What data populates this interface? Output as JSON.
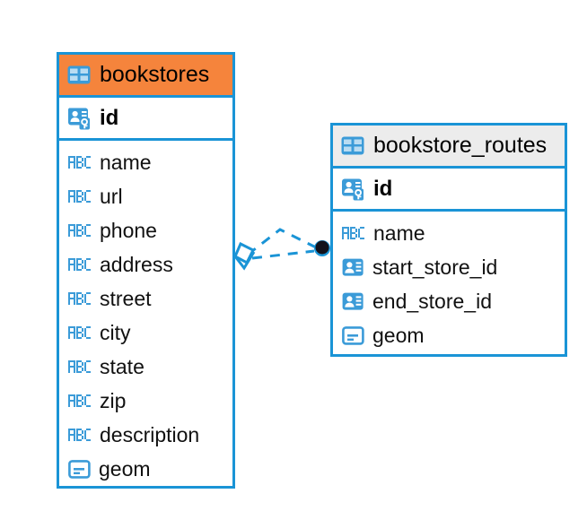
{
  "diagram": {
    "type": "entity-relationship-diagram",
    "background": "#ffffff",
    "colors": {
      "border_blue": "#1a94d6",
      "icon_blue": "#3b9bd8",
      "header_accent_orange": "#f5843c",
      "header_plain_gray": "#ececec",
      "text": "#000000",
      "connector_line": "#1a94d6",
      "connector_endpoint": "#0d0d15"
    }
  },
  "entities": [
    {
      "name": "bookstores",
      "header_icon": "table-grid-icon",
      "header_style": "accent",
      "primary_key": {
        "name": "id",
        "icon": "primary-key-icon"
      },
      "columns": [
        {
          "name": "name",
          "icon": "text-abc-icon"
        },
        {
          "name": "url",
          "icon": "text-abc-icon"
        },
        {
          "name": "phone",
          "icon": "text-abc-icon"
        },
        {
          "name": "address",
          "icon": "text-abc-icon"
        },
        {
          "name": "street",
          "icon": "text-abc-icon"
        },
        {
          "name": "city",
          "icon": "text-abc-icon"
        },
        {
          "name": "state",
          "icon": "text-abc-icon"
        },
        {
          "name": "zip",
          "icon": "text-abc-icon"
        },
        {
          "name": "description",
          "icon": "text-abc-icon"
        },
        {
          "name": "geom",
          "icon": "geometry-icon"
        }
      ]
    },
    {
      "name": "bookstore_routes",
      "header_icon": "table-grid-icon",
      "header_style": "plain",
      "primary_key": {
        "name": "id",
        "icon": "primary-key-icon"
      },
      "columns": [
        {
          "name": "name",
          "icon": "text-abc-icon"
        },
        {
          "name": "start_store_id",
          "icon": "foreign-key-icon"
        },
        {
          "name": "end_store_id",
          "icon": "foreign-key-icon"
        },
        {
          "name": "geom",
          "icon": "geometry-icon"
        }
      ]
    }
  ],
  "relationship": {
    "from_entity": "bookstores",
    "to_entity": "bookstore_routes",
    "line_style": "dashed",
    "source_marker": "diamond-crowfoot-icon",
    "target_marker": "filled-circle-icon"
  },
  "abc_icon_text": "ABC"
}
